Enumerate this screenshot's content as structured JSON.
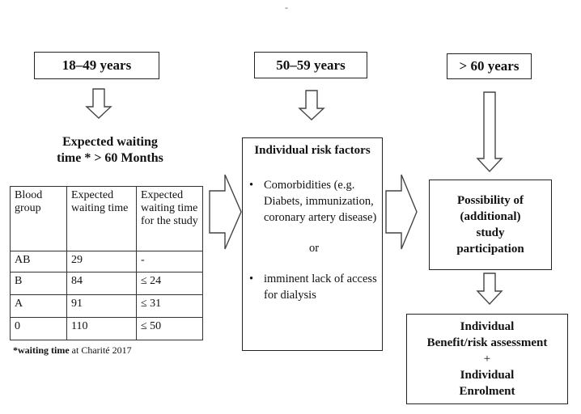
{
  "top_mark": "-",
  "age_groups": [
    {
      "label": "18–49 years"
    },
    {
      "label": "50–59 years"
    },
    {
      "label": "> 60 years"
    }
  ],
  "waiting": {
    "heading_line1": "Expected waiting",
    "heading_line2": "time * > 60 Months"
  },
  "table": {
    "headers": [
      "Blood group",
      "Expected waiting time",
      "Expected waiting time for the study"
    ],
    "rows": [
      [
        "AB",
        "29",
        "-"
      ],
      [
        "B",
        "84",
        "≤ 24"
      ],
      [
        "A",
        "91",
        "≤ 31"
      ],
      [
        "0",
        "110",
        "≤ 50"
      ]
    ],
    "footnote_bold": "*waiting time",
    "footnote_rest": " at Charité 2017"
  },
  "risk": {
    "title": "Individual risk factors",
    "item1": "Comorbidities (e.g. Diabets, immunization, coronary artery disease)",
    "or": "or",
    "item2": "imminent lack of access for dialysis"
  },
  "possibility": {
    "text": "Possibility of (additional) study participation"
  },
  "individual": {
    "line1": "Individual",
    "line2": "Benefit/risk assessment",
    "plus": "+",
    "line3": "Individual",
    "line4": "Enrolment"
  },
  "icons": {
    "bullet": "•"
  }
}
